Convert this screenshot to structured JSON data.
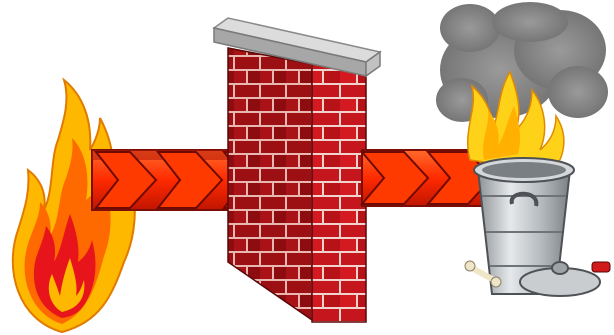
{
  "scene": {
    "subject": "firewall-illustration",
    "elements": [
      {
        "name": "fire-icon",
        "kind": "flame"
      },
      {
        "name": "arrow-stream-left",
        "kind": "arrow-row",
        "count": 3
      },
      {
        "name": "brick-wall",
        "kind": "wall"
      },
      {
        "name": "arrow-stream-right",
        "kind": "arrow-row",
        "count": 2
      },
      {
        "name": "burning-trash-can",
        "kind": "trash-can-on-fire"
      },
      {
        "name": "smoke-cloud",
        "kind": "smoke"
      }
    ],
    "colors": {
      "background": "#ffffff",
      "flame_outer": "#ffb800",
      "flame_mid": "#ff6a00",
      "flame_inner": "#e8141c",
      "arrow_fill": "#ff3a00",
      "arrow_edge": "#8a0e06",
      "brick": "#c4161c",
      "brick_dark": "#7a0b0e",
      "mortar": "#f2d7d3",
      "wall_cap": "#c9c9c9",
      "can_metal": "#b9bec2",
      "can_dark": "#6e7377",
      "smoke": "#8c8c8c"
    }
  }
}
